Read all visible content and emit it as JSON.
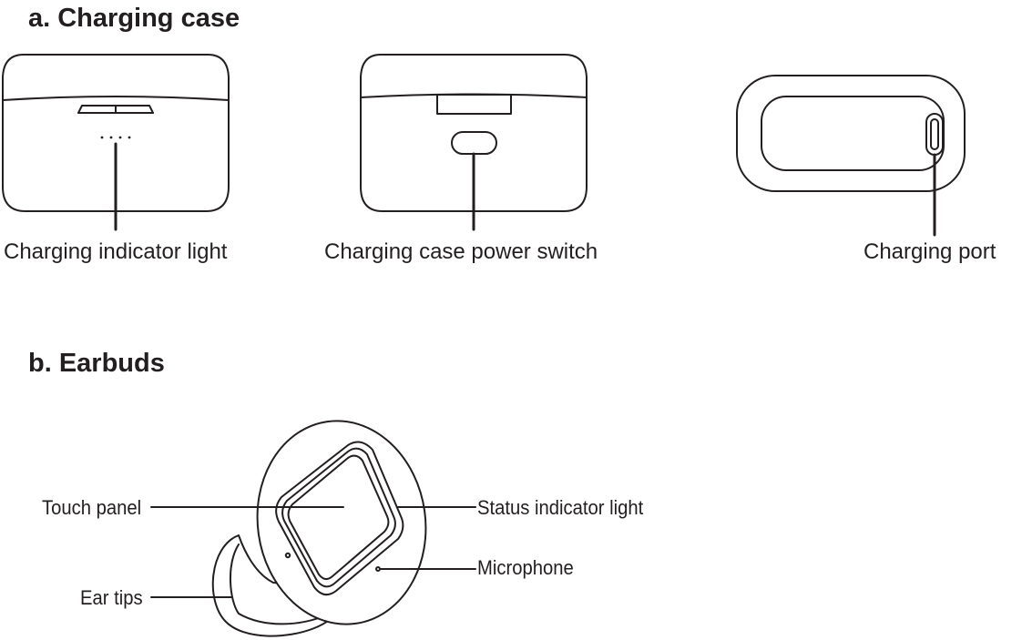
{
  "section_a": {
    "heading": "a. Charging case",
    "labels": {
      "indicator_light": "Charging indicator light",
      "power_switch": "Charging case power switch",
      "charging_port": "Charging port"
    }
  },
  "section_b": {
    "heading": "b. Earbuds",
    "labels": {
      "touch_panel": "Touch panel",
      "status_light": "Status indicator light",
      "microphone": "Microphone",
      "ear_tips": "Ear tips"
    }
  }
}
